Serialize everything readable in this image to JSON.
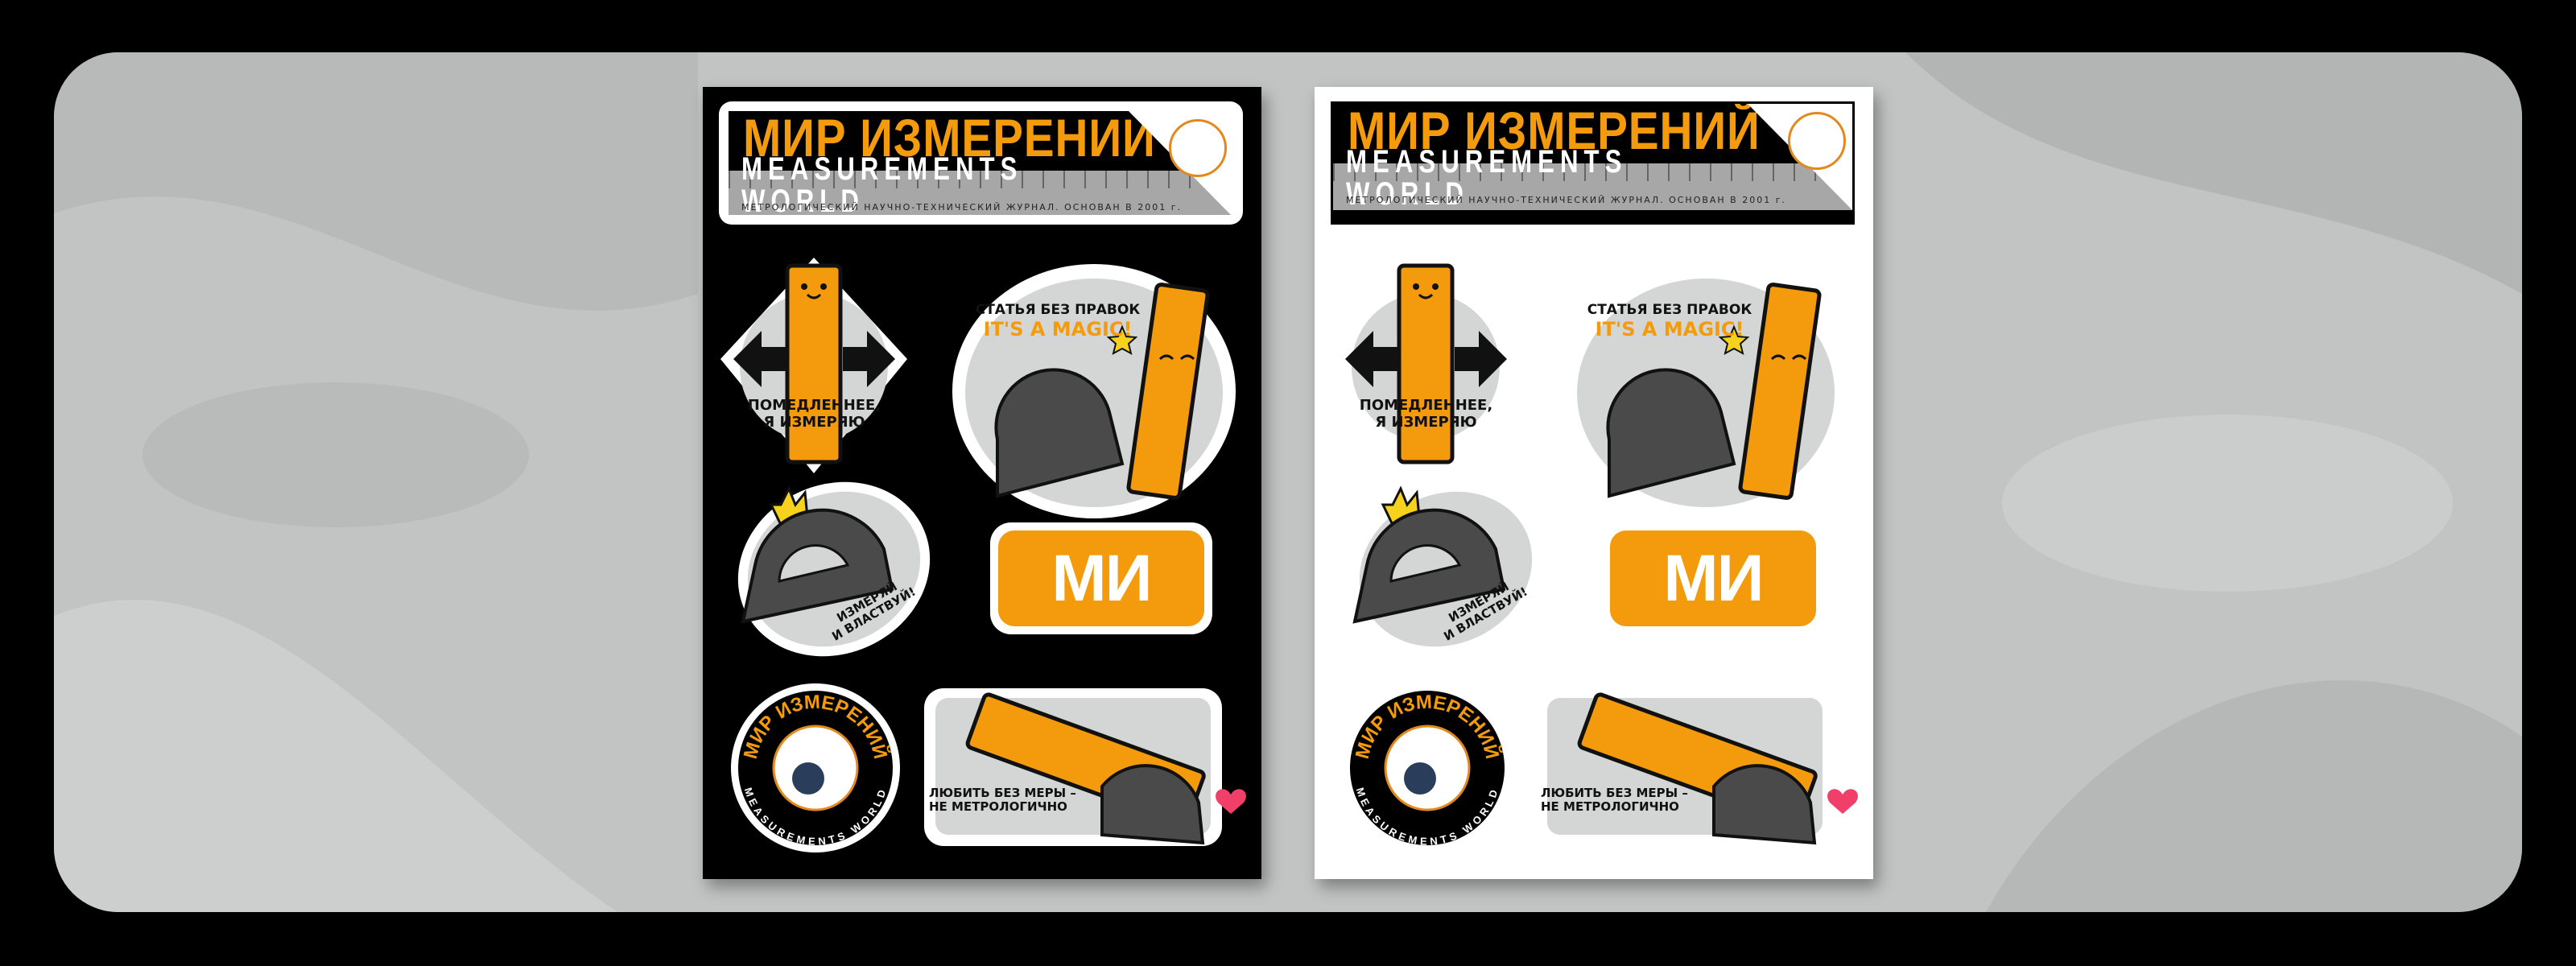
{
  "header": {
    "title": "МИР ИЗМЕРЕНИЙ",
    "subtitle": "MEASUREMENTS WORLD",
    "tagline": "МЕТРОЛОГИЧЕСКИЙ НАУЧНО-ТЕХНИЧЕСКИЙ ЖУРНАЛ. ОСНОВАН В 2001 г."
  },
  "stickers": {
    "slow": {
      "line1": "ПОМЕДЛЕННЕЕ,",
      "line2": "Я ИЗМЕРЯЮ"
    },
    "magic": {
      "line1": "СТАТЬЯ БЕЗ ПРАВОК",
      "line2": "IT'S A MAGIC!"
    },
    "rule": {
      "line1": "ИЗМЕРЯЙ",
      "line2": "И ВЛАСТВУЙ!"
    },
    "badge": {
      "text": "МИ"
    },
    "round_logo": {
      "top": "МИР ИЗМЕРЕНИЙ",
      "bottom": "MEASUREMENTS WORLD"
    },
    "love": {
      "line1": "ЛЮБИТЬ БЕЗ МЕРЫ –",
      "line2": "НЕ МЕТРОЛОГИЧНО"
    }
  },
  "colors": {
    "orange": "#f39b0c",
    "dark": "#4a4a4a",
    "gray": "#d4d6d5",
    "pink": "#f0406a"
  }
}
